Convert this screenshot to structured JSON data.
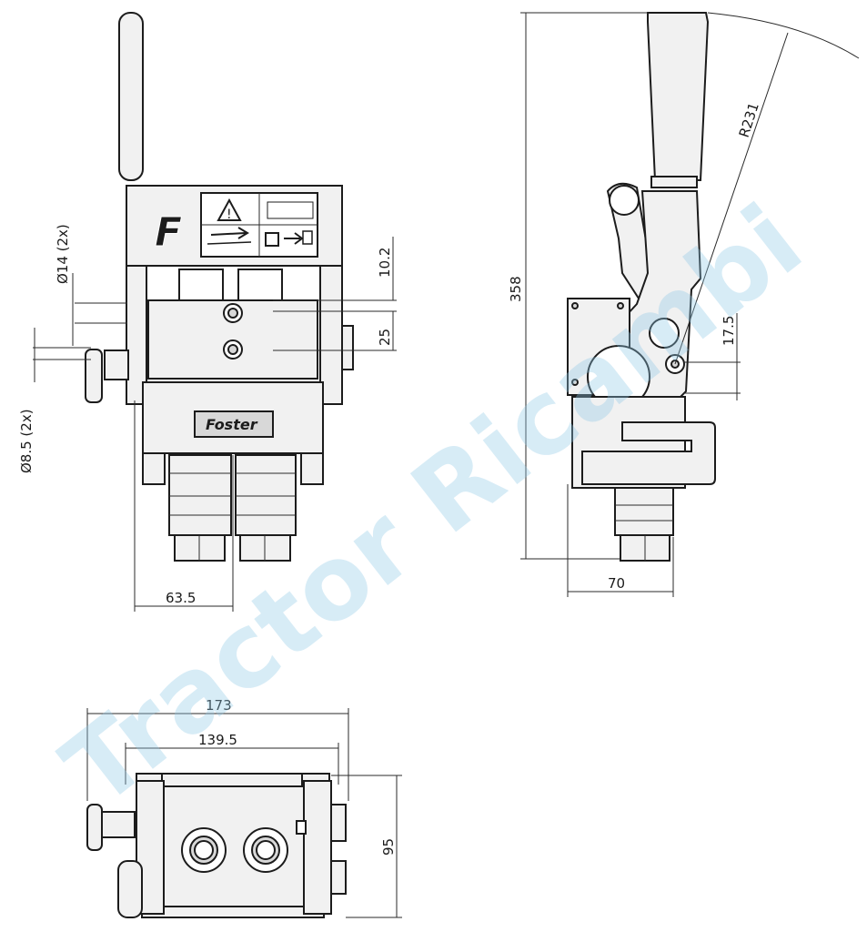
{
  "dimensions": {
    "hole_dia_14": "Ø14 (2x)",
    "hole_dia_8_5": "Ø8.5 (2x)",
    "dim_10_2": "10.2",
    "dim_25": "25",
    "dim_63_5": "63.5",
    "dim_358": "358",
    "dim_r231": "R231",
    "dim_17_5": "17.5",
    "dim_70": "70",
    "dim_173": "173",
    "dim_139_5": "139.5",
    "dim_95": "95"
  },
  "labels": {
    "brand_plate": "Foster",
    "logo_letter": "F"
  },
  "watermark": {
    "text": "Tractor Ricambi",
    "color": "#8fc9e6"
  },
  "colors": {
    "line": "#1c1c1c",
    "fill": "#f1f1f1",
    "background": "#ffffff"
  },
  "icons": [
    "warning-triangle-icon",
    "lever-direction-icon",
    "tractor-control-icon"
  ]
}
